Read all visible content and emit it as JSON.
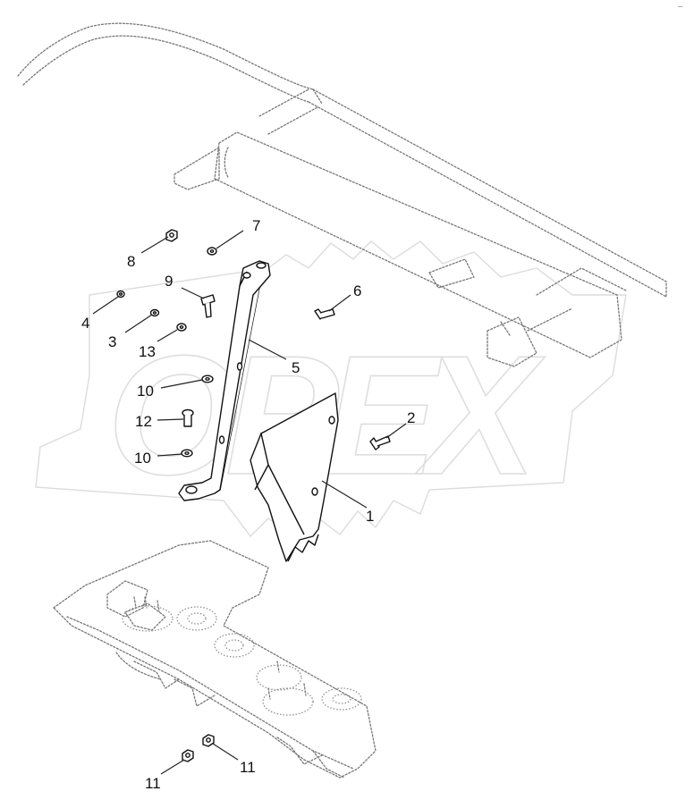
{
  "callouts": [
    {
      "id": "c1",
      "text": "1"
    },
    {
      "id": "c2",
      "text": "2"
    },
    {
      "id": "c3",
      "text": "3"
    },
    {
      "id": "c4",
      "text": "4"
    },
    {
      "id": "c5",
      "text": "5"
    },
    {
      "id": "c6",
      "text": "6"
    },
    {
      "id": "c7",
      "text": "7"
    },
    {
      "id": "c8",
      "text": "8"
    },
    {
      "id": "c9",
      "text": "9"
    },
    {
      "id": "c10a",
      "text": "10"
    },
    {
      "id": "c10b",
      "text": "10"
    },
    {
      "id": "c11a",
      "text": "11"
    },
    {
      "id": "c11b",
      "text": "11"
    },
    {
      "id": "c12",
      "text": "12"
    },
    {
      "id": "c13",
      "text": "13"
    }
  ],
  "watermark": {
    "text": "OPEX"
  },
  "corner_mark": {
    "text": "–"
  }
}
